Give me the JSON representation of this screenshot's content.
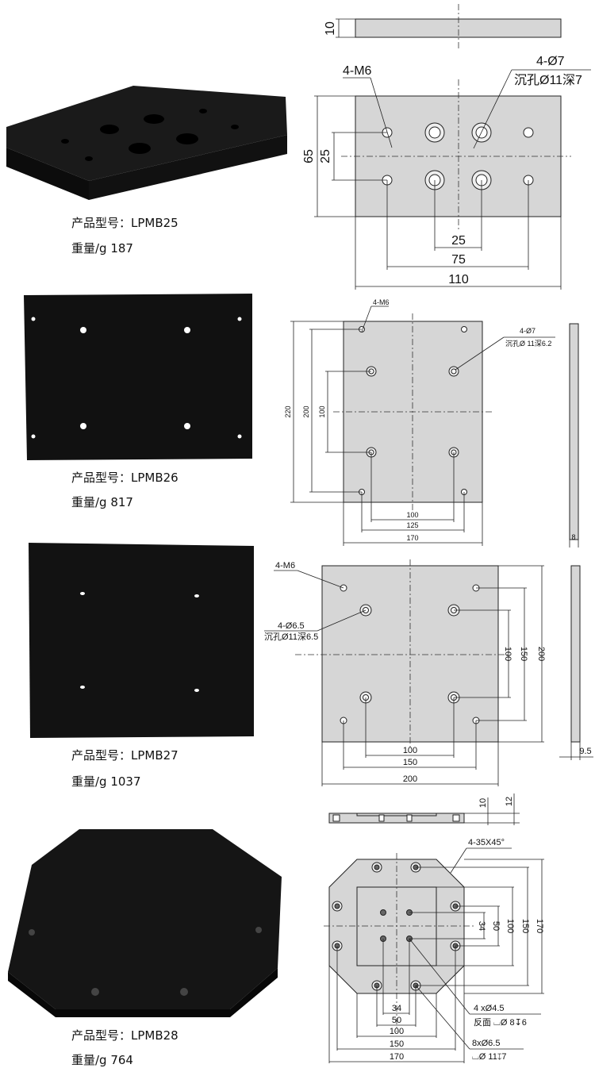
{
  "products": [
    {
      "model_label": "产品型号：LPMB25",
      "weight_label": "重量/g  187",
      "drawing": {
        "thickness": "10",
        "height": "65",
        "hole_pitch_v": "25",
        "hole_pitch_h_inner": "25",
        "hole_pitch_h_outer": "75",
        "width": "110",
        "tap_note": "4-M6",
        "hole_note": "4-Ø7",
        "cbore_note": "沉孔Ø11深7"
      }
    },
    {
      "model_label": "产品型号：LPMB26",
      "weight_label": "重量/g  817",
      "drawing": {
        "height": "220",
        "tap_pitch_v": "200",
        "hole_pitch_v": "100",
        "hole_pitch_h": "100",
        "tap_pitch_h": "125",
        "width": "170",
        "thickness": "8",
        "tap_note": "4-M6",
        "hole_note": "4-Ø7",
        "cbore_note": "沉孔Ø 11深6.2"
      }
    },
    {
      "model_label": "产品型号：LPMB27",
      "weight_label": "重量/g  1037",
      "drawing": {
        "hole_pitch_v": "100",
        "tap_pitch_v": "150",
        "height": "200",
        "hole_pitch_h": "100",
        "tap_pitch_h": "150",
        "width": "200",
        "thickness": "9.5",
        "tap_note": "4-M6",
        "hole_note": "4-Ø6.5",
        "cbore_note": "沉孔Ø11深6.5"
      }
    },
    {
      "model_label": "产品型号：LPMB28",
      "weight_label": "重量/g  764",
      "drawing": {
        "thickness_a": "10",
        "thickness_b": "12",
        "chamfer_note": "4-35X45°",
        "v_dims": [
          "34",
          "50",
          "100",
          "150",
          "170"
        ],
        "h_dims": [
          "34",
          "50",
          "100",
          "150",
          "170"
        ],
        "small_hole_note": "4 xØ4.5",
        "small_hole_back": "反面 ⌴Ø 8↧6",
        "large_hole_note": "8xØ6.5",
        "large_hole_cbore": "⌴Ø 11↧7"
      }
    }
  ]
}
